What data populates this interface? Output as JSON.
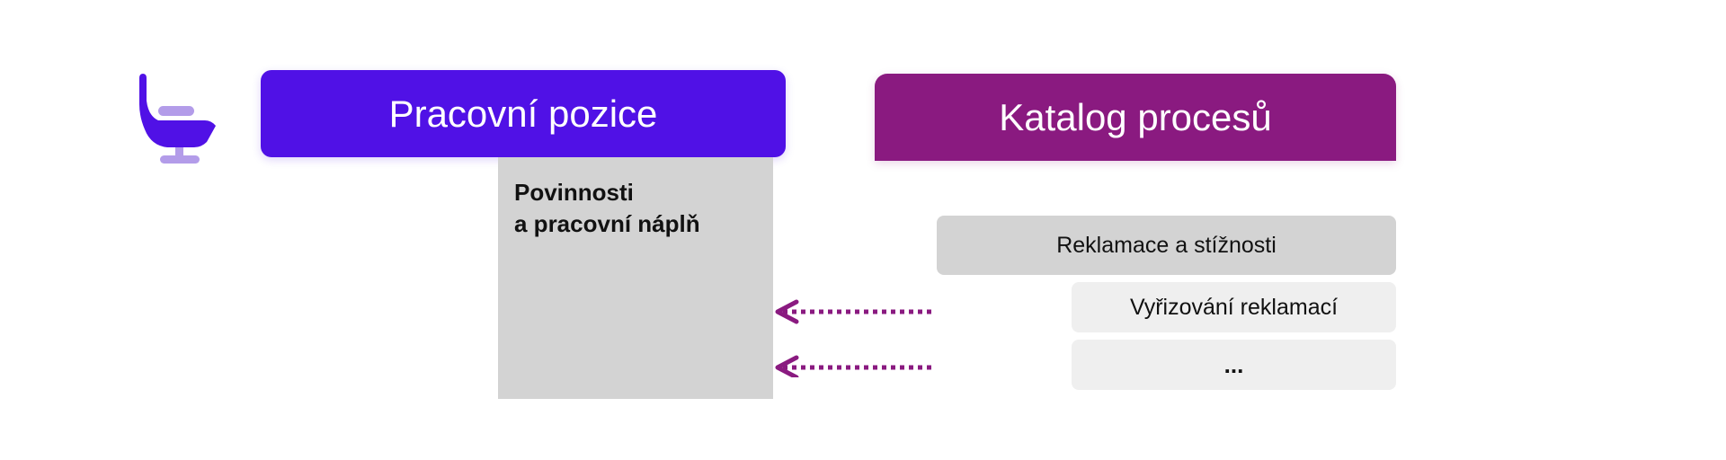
{
  "positions": {
    "header": "Pracovní pozice",
    "duties_title_line1": "Povinnosti",
    "duties_title_line2": "a pracovní náplň",
    "icon": "chair-icon"
  },
  "catalog": {
    "header": "Katalog procesů",
    "main_process": "Reklamace a stížnosti",
    "subprocesses": [
      "Vyřizování reklamací",
      "..."
    ]
  },
  "colors": {
    "positions_accent": "#5011e6",
    "catalog_accent": "#8a1a80",
    "box_gray": "#d3d3d3",
    "box_light_gray": "#efefef"
  },
  "links": [
    {
      "from": "Vyřizování reklamací",
      "to": "Povinnosti a pracovní náplň"
    },
    {
      "from": "...",
      "to": "Povinnosti a pracovní náplň"
    }
  ]
}
